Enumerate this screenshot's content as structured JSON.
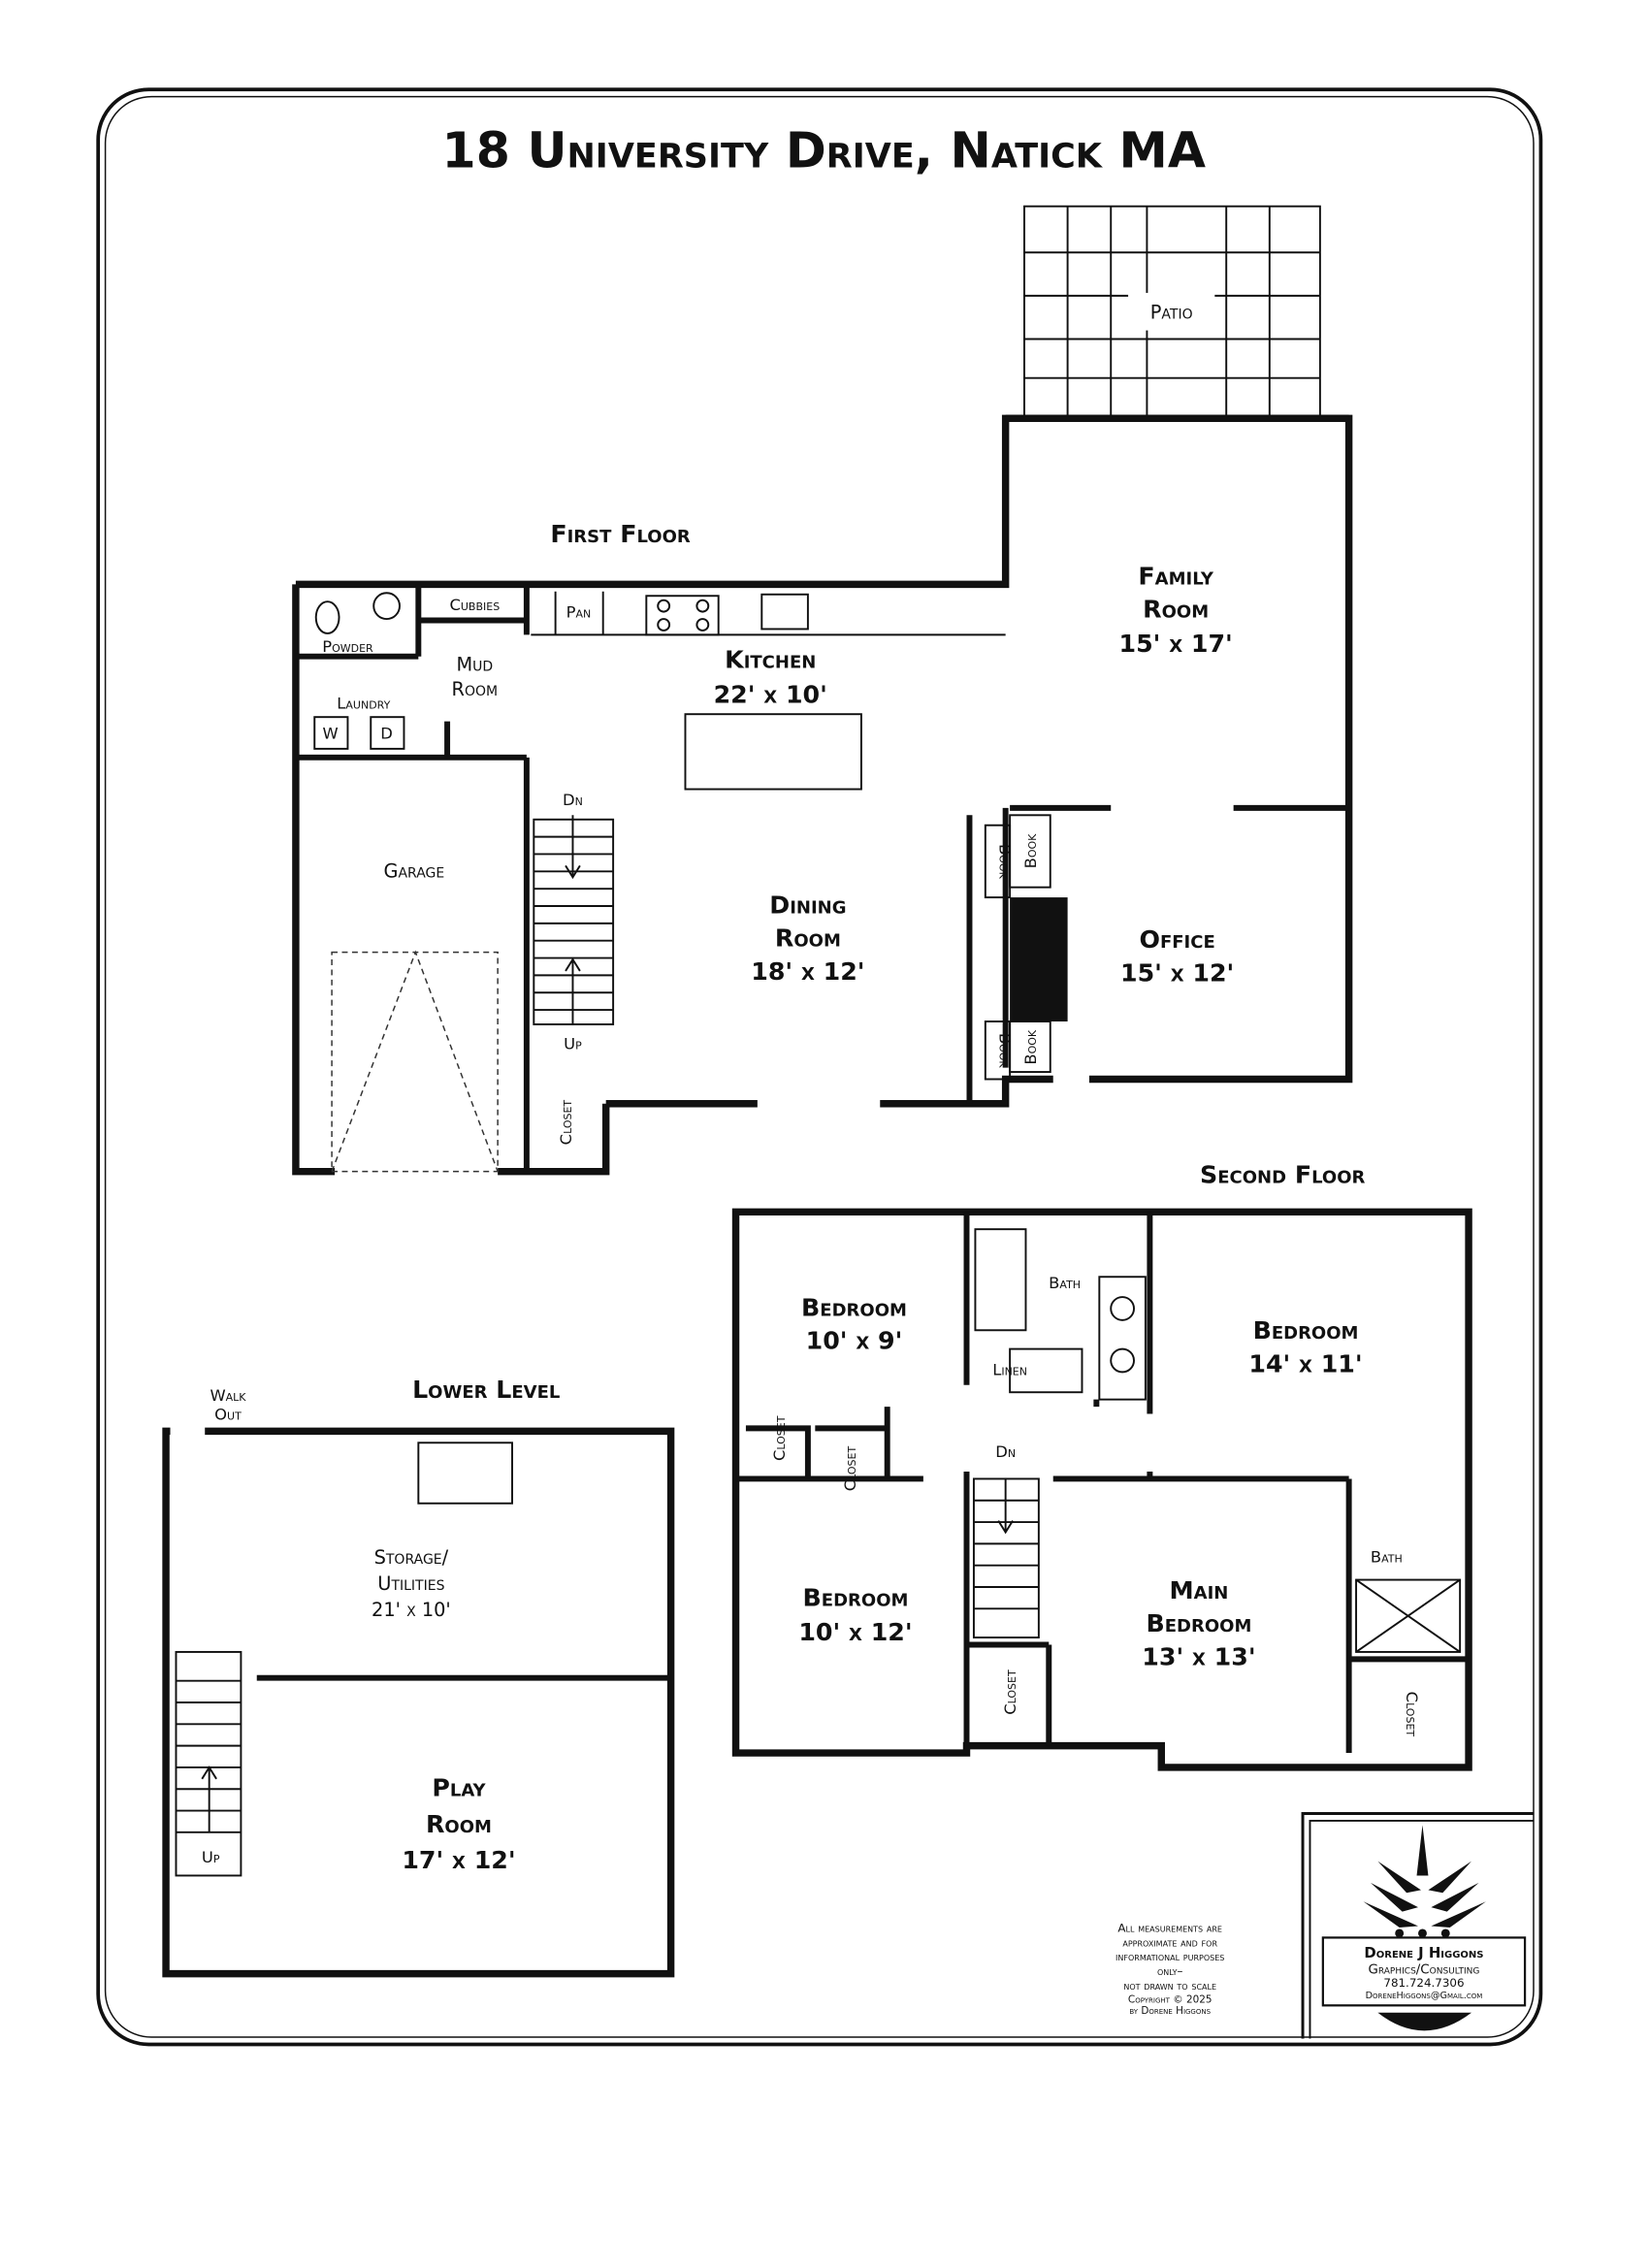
{
  "title": "18 University Drive, Natick MA",
  "first_floor": {
    "label": "First Floor",
    "patio": "Patio",
    "family_room": {
      "name": [
        "Family",
        "Room"
      ],
      "size": "15' x 17'"
    },
    "kitchen": {
      "name": "Kitchen",
      "size": "22' x 10'"
    },
    "dining_room": {
      "name": [
        "Dining",
        "Room"
      ],
      "size": "18' x 12'"
    },
    "office": {
      "name": "Office",
      "size": "15' x 12'"
    },
    "garage": "Garage",
    "mud_room": [
      "Mud",
      "Room"
    ],
    "powder": "Powder",
    "laundry": "Laundry",
    "washer": "W",
    "dryer": "D",
    "cubbies": "Cubbies",
    "pantry": "Pan",
    "book": "Book",
    "closet": "Closet",
    "stairs_down": "Dn",
    "stairs_up": "Up"
  },
  "second_floor": {
    "label": "Second Floor",
    "bedroom1": {
      "name": "Bedroom",
      "size": "10' x 9'"
    },
    "bedroom2": {
      "name": "Bedroom",
      "size": "14' x 11'"
    },
    "bedroom3": {
      "name": "Bedroom",
      "size": "10' x 12'"
    },
    "main_bedroom": {
      "name": [
        "Main",
        "Bedroom"
      ],
      "size": "13' x 13'"
    },
    "bath": "Bath",
    "linen": "Linen",
    "closet": "Closet",
    "stairs_down": "Dn"
  },
  "lower_level": {
    "label": "Lower Level",
    "walk_out": [
      "Walk",
      "Out"
    ],
    "storage": {
      "name": [
        "Storage/",
        "Utilities"
      ],
      "size": "21' x 10'"
    },
    "play_room": {
      "name": [
        "Play",
        "Room"
      ],
      "size": "17' x 12'"
    },
    "stairs_up": "Up"
  },
  "disclaimer": [
    "All measurements are",
    "approximate and for",
    "informational purposes",
    "only–",
    "not drawn to scale",
    "Copyright © 2025",
    "by Dorene Higgons"
  ],
  "credit": {
    "name": "Dorene J Higgons",
    "company": "Graphics/Consulting",
    "phone": "781.724.7306",
    "email": "DoreneHiggons@Gmail.com",
    "logo_icon": "pineapple-icon"
  }
}
